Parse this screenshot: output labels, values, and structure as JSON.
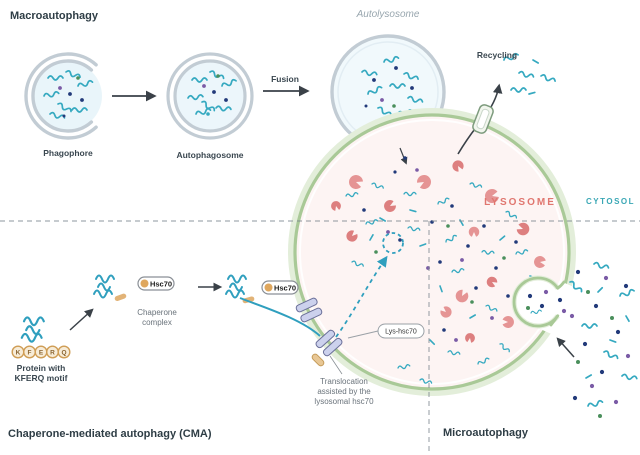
{
  "sections": {
    "macroautophagy_title": "Macroautophagy",
    "cma_title": "Chaperone-mediated autophagy (CMA)",
    "microautophagy_title": "Microautophagy"
  },
  "labels": {
    "phagophore": "Phagophore",
    "autophagosome": "Autophagosome",
    "autolysosome": "Autolysosome",
    "fusion": "Fusion",
    "recycling": "Recycling",
    "lysosome": "LYSOSOME",
    "cytosol": "CYTOSOL",
    "hsc70": "Hsc70",
    "lys_hsc70": "Lys-hsc70",
    "chaperone_complex_line1": "Chaperone",
    "chaperone_complex_line2": "complex",
    "protein_kferq_line1": "Protein with",
    "protein_kferq_line2": "KFERQ motif",
    "translocation_line1": "Translocation",
    "translocation_line2": "assisted by the",
    "translocation_line3": "lysosomal hsc70"
  },
  "kferq": [
    "K",
    "F",
    "E",
    "R",
    "Q"
  ],
  "colors": {
    "teal_squiggle": "#35a9c0",
    "membrane_gray": "#c2ccd4",
    "lysosome_green": "#a9c997",
    "lysosome_fill": "#fdf4f3",
    "enzyme_pink": "#e59494",
    "label_dark": "#3a4750",
    "label_gray": "#6a737b",
    "lysosome_text": "#e0766f",
    "cytosol_text": "#3aa7b5"
  }
}
